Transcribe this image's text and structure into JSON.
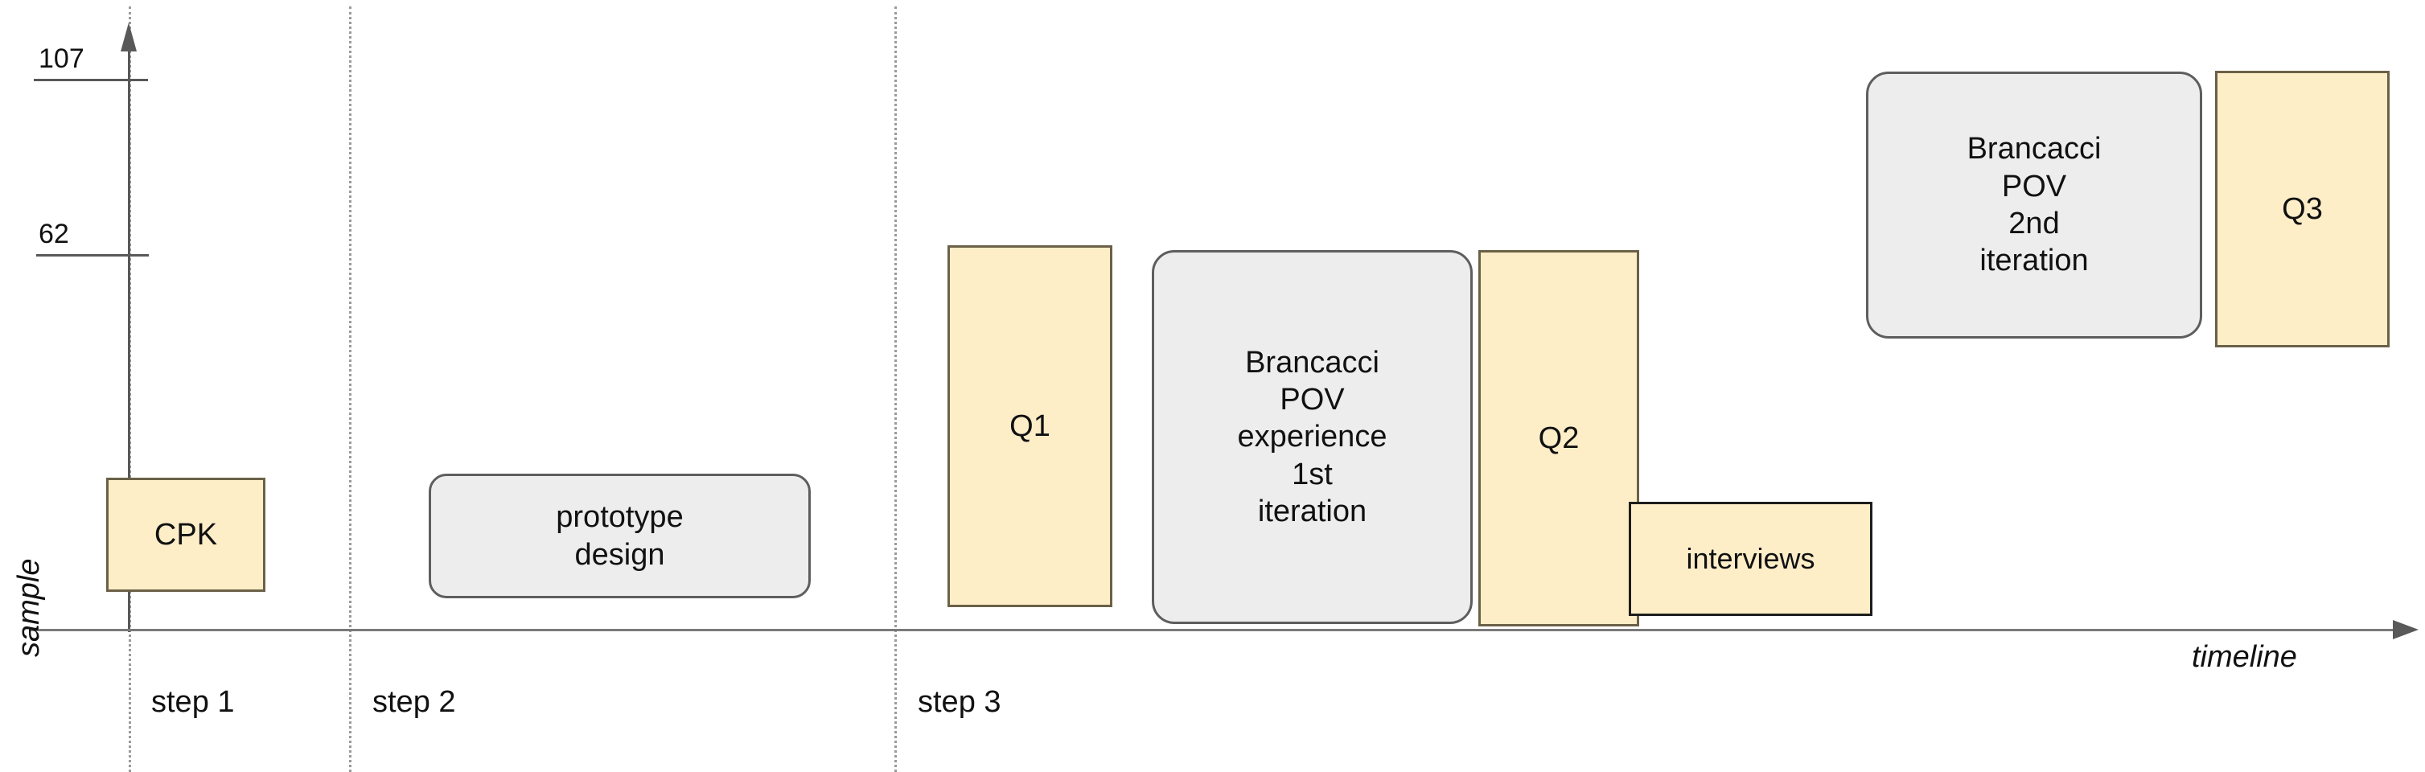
{
  "axes": {
    "y_title": "sample",
    "x_title": "timeline",
    "y_ticks": [
      {
        "label": "107",
        "y": 99
      },
      {
        "label": "62",
        "y": 317
      }
    ]
  },
  "steps": [
    {
      "label": "step 1"
    },
    {
      "label": "step 2"
    },
    {
      "label": "step 3"
    }
  ],
  "blocks": {
    "cpk": "CPK",
    "prototype_design": "prototype\ndesign",
    "q1": "Q1",
    "brancacci_pov_1st": "Brancacci\nPOV\nexperience\n1st\niteration",
    "q2": "Q2",
    "interviews": "interviews",
    "brancacci_pov_2nd": "Brancacci\nPOV\n2nd\niteration",
    "q3": "Q3"
  },
  "chart_data": {
    "type": "bar",
    "title": "",
    "xlabel": "timeline",
    "ylabel": "sample",
    "ytick_values": [
      62,
      107
    ],
    "grid": false,
    "legend": null,
    "categories": [
      "CPK",
      "Q1",
      "Q2",
      "Q3"
    ],
    "values": [
      20,
      62,
      62,
      107
    ],
    "annotations": [
      {
        "text": "prototype design",
        "step": "step 2",
        "kind": "activity"
      },
      {
        "text": "Brancacci POV experience 1st iteration",
        "step": "step 3",
        "kind": "activity"
      },
      {
        "text": "interviews",
        "step": "step 3",
        "kind": "sample"
      },
      {
        "text": "Brancacci POV 2nd iteration",
        "step": "step 3",
        "kind": "activity"
      }
    ],
    "step_groups": [
      {
        "step": "step 1",
        "items": [
          "CPK"
        ]
      },
      {
        "step": "step 2",
        "items": [
          "prototype design"
        ]
      },
      {
        "step": "step 3",
        "items": [
          "Q1",
          "Brancacci POV experience 1st iteration",
          "Q2",
          "interviews",
          "Brancacci POV 2nd iteration",
          "Q3"
        ]
      }
    ]
  },
  "colors": {
    "sample_fill": "#fdeec8",
    "sample_border": "#6b6147",
    "activity_fill": "#ededed",
    "activity_border": "#5e5e5e",
    "axis": "#595959",
    "separator": "#9a9a9a"
  }
}
